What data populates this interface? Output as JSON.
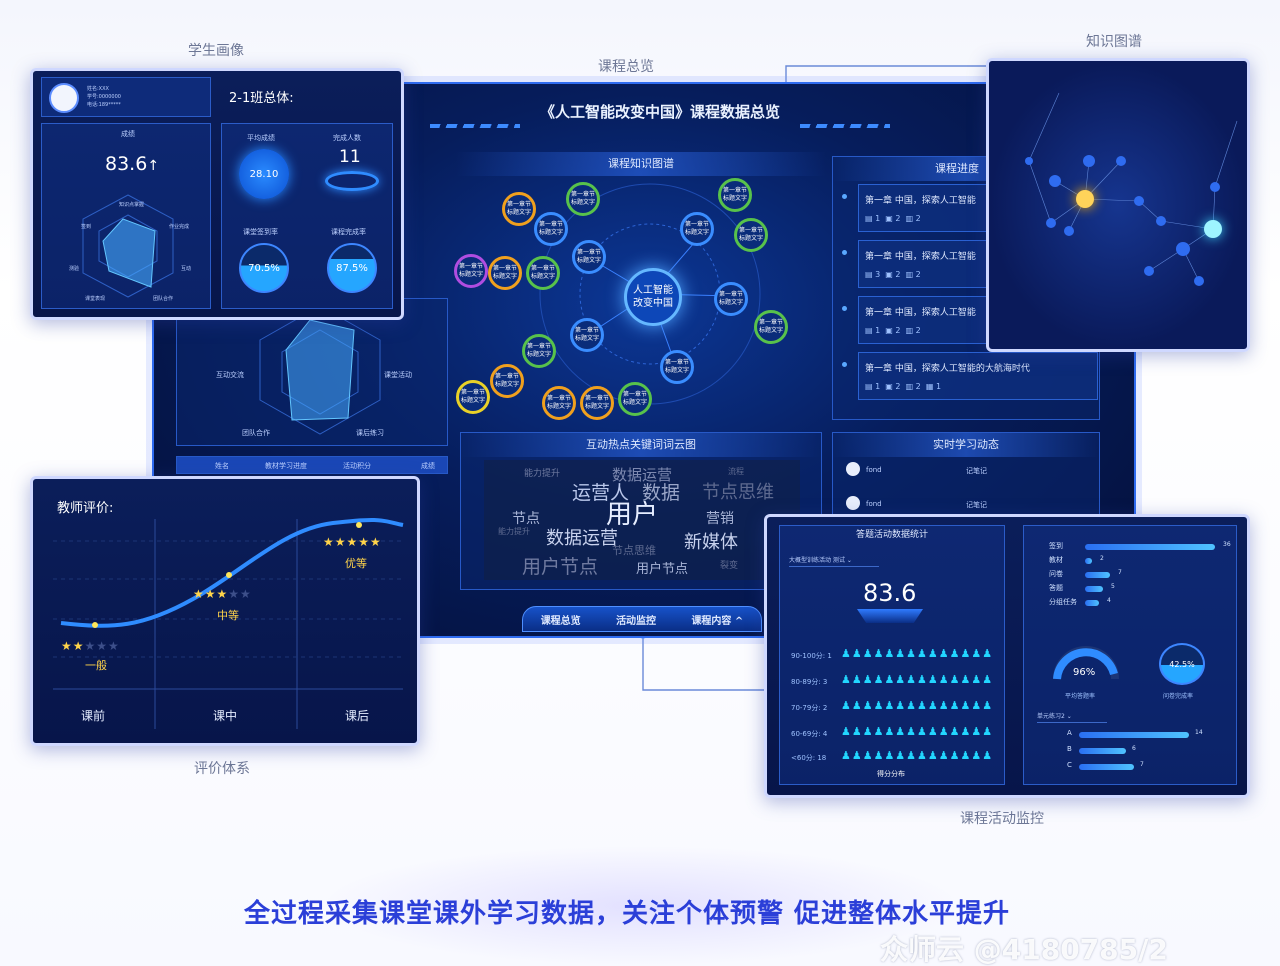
{
  "callouts": {
    "student_profile": "学生画像",
    "course_overview": "课程总览",
    "knowledge_graph": "知识图谱",
    "evaluation": "评价体系",
    "activity_monitor": "课程活动监控"
  },
  "dashboard": {
    "title": "《人工智能改变中国》课程数据总览",
    "kg_panel_title": "课程知识图谱",
    "kg_center": "人工智能改变中国",
    "kg_node_label": "第一章节 标题文字",
    "progress_title": "课程进度",
    "progress_items": [
      {
        "title": "第一章 中国，探索人工智能",
        "m1": "1",
        "m2": "2",
        "m3": "2"
      },
      {
        "title": "第一章 中国，探索人工智能",
        "m1": "3",
        "m2": "2",
        "m3": "2"
      },
      {
        "title": "第一章 中国，探索人工智能",
        "m1": "1",
        "m2": "2",
        "m3": "2"
      },
      {
        "title": "第一章 中国，探索人工智能的大航海时代",
        "m1": "1",
        "m2": "2",
        "m3": "2",
        "m4": "1"
      }
    ],
    "radar_labels": [
      "互动交流",
      "课堂活动",
      "团队合作",
      "课后练习"
    ],
    "table_headers": [
      "姓名",
      "教材学习进度",
      "活动积分",
      "成绩"
    ],
    "cloud_title": "互动热点关键词词云图",
    "cloud_words": [
      "能力提升",
      "数据运营",
      "运营人",
      "数据",
      "节点思维",
      "节点",
      "用户",
      "营销",
      "数据运营",
      "新媒体",
      "用户节点",
      "用户节点",
      "能力提升",
      "流程",
      "节点思维",
      "裂变"
    ],
    "live_title": "实时学习动态",
    "live_items": [
      {
        "name": "fond",
        "action": "记笔记"
      },
      {
        "name": "fond",
        "action": "记笔记"
      }
    ],
    "tabs": [
      "课程总览",
      "活动监控",
      "课程内容 ^"
    ]
  },
  "student": {
    "info_lines": [
      "姓名:XXX",
      "学号:0000000",
      "电话:189*****"
    ],
    "class_title": "2-1班总体:",
    "score_label": "成绩",
    "score": "83.6",
    "avg_label": "平均成绩",
    "avg": "28.10",
    "count_label": "完成人数",
    "count": "11",
    "attendance_label": "课堂签到率",
    "attendance": "70.5%",
    "completion_label": "课程完成率",
    "completion": "87.5%",
    "radar_labels": [
      "知识点掌握",
      "作业完成",
      "签到",
      "互动",
      "测验",
      "课堂表现",
      "团队合作"
    ]
  },
  "teacher_eval": {
    "title": "教师评价:",
    "levels": [
      {
        "name": "一般",
        "stars_on": 2,
        "stars_off": 3
      },
      {
        "name": "中等",
        "stars_on": 3,
        "stars_off": 2
      },
      {
        "name": "优等",
        "stars_on": 5,
        "stars_off": 0
      }
    ],
    "phases": [
      "课前",
      "课中",
      "课后"
    ]
  },
  "activity": {
    "left_title": "答题活动数据统计",
    "select_label": "大概型训练活动 测试",
    "score": "83.6",
    "rows": [
      {
        "label": "90-100分: 1"
      },
      {
        "label": "80-89分: 3"
      },
      {
        "label": "70-79分: 2"
      },
      {
        "label": "60-69分: 4"
      },
      {
        "label": "<60分: 18"
      }
    ],
    "distribution_label": "得分分布",
    "bars": [
      {
        "label": "签到",
        "value": 36
      },
      {
        "label": "教材",
        "value": 2
      },
      {
        "label": "问卷",
        "value": 7
      },
      {
        "label": "答题",
        "value": 5
      },
      {
        "label": "分组任务",
        "value": 4
      }
    ],
    "gauge_left": "96%",
    "gauge_left_label": "平均答题率",
    "gauge_right": "42.5%",
    "gauge_right_label": "问卷完成率",
    "select2_label": "单元练习2",
    "abc": [
      {
        "label": "A",
        "value": 14
      },
      {
        "label": "B",
        "value": 6
      },
      {
        "label": "C",
        "value": 7
      }
    ]
  },
  "footer": {
    "tagline": "全过程采集课堂课外学习数据，关注个体预警 促进整体水平提升",
    "watermark": "众师云 @4180785/2"
  },
  "colors": {
    "accent": "#2f6cf0",
    "tagline": "#2b3fd8",
    "gold": "#ffd44a",
    "cyan": "#22d6ff"
  }
}
